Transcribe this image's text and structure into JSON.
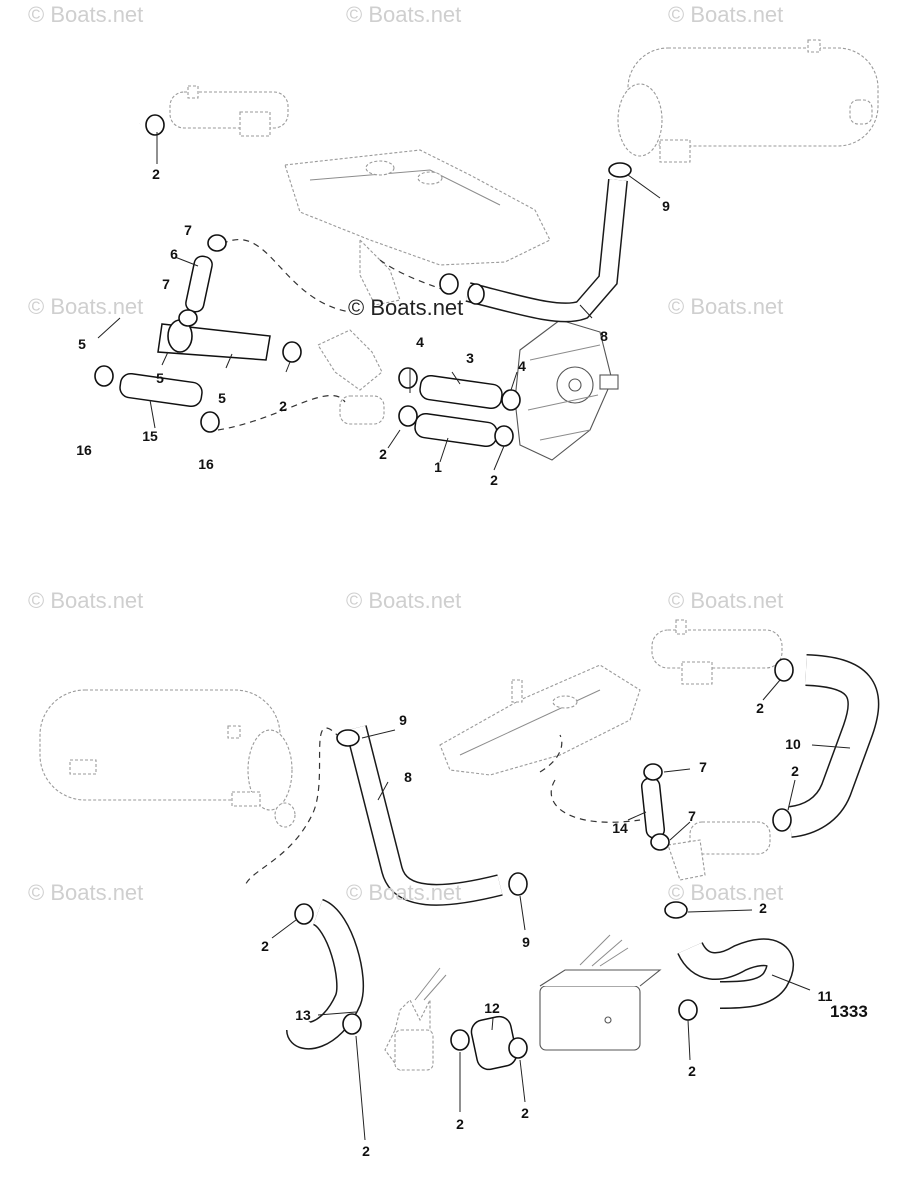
{
  "watermarks": [
    "© Boats.net",
    "© Boats.net",
    "© Boats.net",
    "© Boats.net",
    "© Boats.net",
    "© Boats.net",
    "© Boats.net",
    "© Boats.net",
    "© Boats.net",
    "© Boats.net",
    "© Boats.net"
  ],
  "center_watermark": "© Boats.net",
  "figure_number": "1333",
  "callouts_top": [
    "2",
    "7",
    "6",
    "7",
    "5",
    "5",
    "5",
    "2",
    "9",
    "8",
    "4",
    "3",
    "4",
    "16",
    "15",
    "16",
    "2",
    "1",
    "2"
  ],
  "callouts_bottom": [
    "9",
    "8",
    "2",
    "10",
    "7",
    "14",
    "7",
    "2",
    "2",
    "9",
    "2",
    "13",
    "12",
    "11",
    "2",
    "2",
    "2",
    "2"
  ],
  "icons": [
    "hose-clamp-icon",
    "heat-exchanger-icon",
    "exhaust-manifold-icon",
    "water-pump-icon",
    "thermostat-housing-icon",
    "fuel-cooler-icon"
  ]
}
